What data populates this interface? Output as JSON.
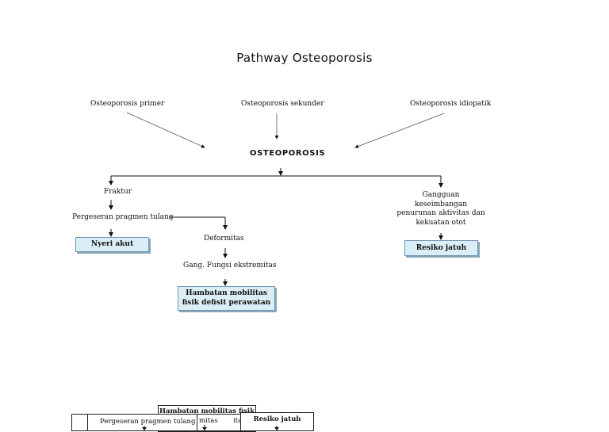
{
  "title": "Pathway Osteoporosis",
  "causes": {
    "primer": "Osteoporosis primer",
    "sekunder": "Osteoporosis sekunder",
    "idiopatik": "Osteoporosis idiopatik"
  },
  "main_node": "OSTEOPOROSIS",
  "left_branch": {
    "fraktur": "Fraktur",
    "pergeseran": "Pergeseran pragmen tulang",
    "nyeri": "Nyeri akut",
    "deformitas": "Deformitas",
    "gangguan_fungsi": "Gang. Fungsi ekstremitas",
    "hambatan_line1": "Hambatan mobilitas",
    "hambatan_line2": "fisik defisit perawatan"
  },
  "right_branch": {
    "line1": "Gangguan",
    "line2": "keseimbangan",
    "line3": "penurunan aktivitas dan",
    "line4": "kekuatan otot",
    "resiko": "Resiko jatuh"
  },
  "bottom_fragment": {
    "hambatan": "Hambatan mobilitas fisik",
    "pergeseran": "Pergeseran pragmen tulang",
    "mitas": "mitas",
    "ita": "ita",
    "resiko": "Resiko jatuh"
  }
}
